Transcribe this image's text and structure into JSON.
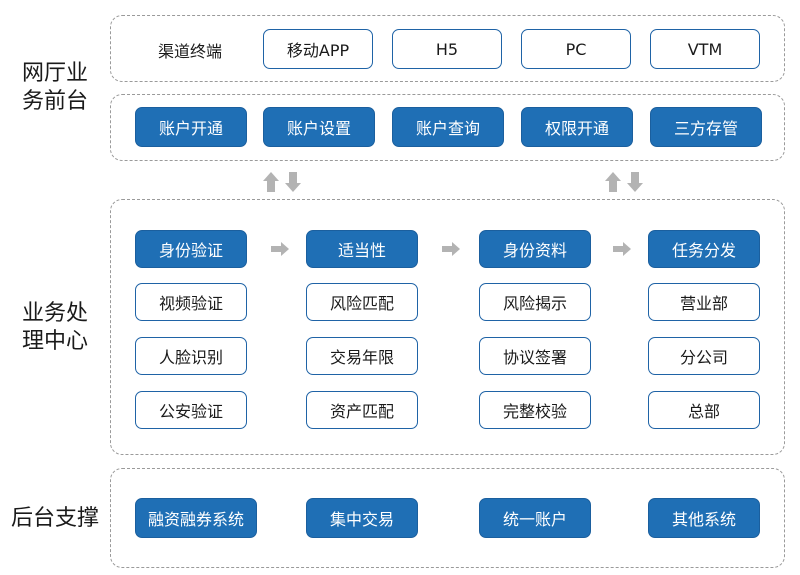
{
  "front": {
    "label_line1": "网厅业",
    "label_line2": "务前台",
    "channel_label": "渠道终端",
    "channels": [
      "移动APP",
      "H5",
      "PC",
      "VTM"
    ],
    "functions": [
      "账户开通",
      "账户设置",
      "账户查询",
      "权限开通",
      "三方存管"
    ]
  },
  "middle": {
    "label_line1": "业务处",
    "label_line2": "理中心",
    "headers": [
      "身份验证",
      "适当性",
      "身份资料",
      "任务分发"
    ],
    "columns": [
      [
        "视频验证",
        "人脸识别",
        "公安验证"
      ],
      [
        "风险匹配",
        "交易年限",
        "资产匹配"
      ],
      [
        "风险揭示",
        "协议签署",
        "完整校验"
      ],
      [
        "营业部",
        "分公司",
        "总部"
      ]
    ]
  },
  "back": {
    "label": "后台支撑",
    "systems": [
      "融资融券系统",
      "集中交易",
      "统一账户",
      "其他系统"
    ]
  },
  "colors": {
    "primary": "#1f6fb5",
    "border": "#1f63a6",
    "arrow": "#b3b3b3",
    "dashed": "#9a9a9a"
  }
}
